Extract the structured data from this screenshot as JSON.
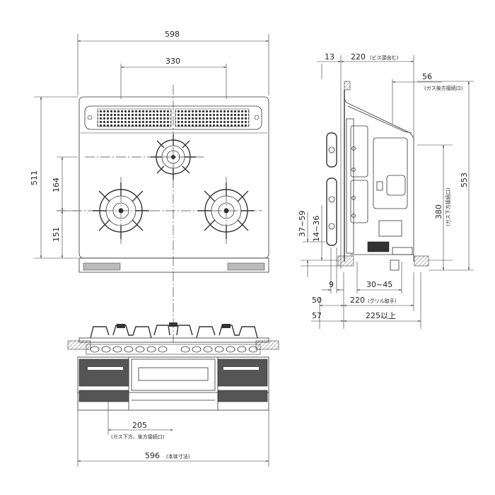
{
  "dimensions": {
    "top_width": "598",
    "burner_spacing": "330",
    "depth": "511",
    "upper_burner_offset": "164",
    "lower_burner_offset": "151",
    "bottom_width": "596",
    "bottom_width_note": "(本体寸法)",
    "gas_connection_offset": "205",
    "gas_connection_note": "(ガス下方、後方接続口)",
    "side_13": "13",
    "side_220_top": "220",
    "side_220_top_note": "(ビス頭含む)",
    "side_56": "56",
    "side_56_note": "(ガス後方接続口)",
    "side_553": "553",
    "side_380": "380",
    "side_380_note": "(ガス下方接続口)",
    "side_37_59": "37~59",
    "side_14_36": "14~36",
    "side_9": "9",
    "side_30_45": "30~45",
    "side_50": "50",
    "side_220_bottom": "220",
    "side_220_bottom_note": "(グリル取手)",
    "side_57": "57",
    "side_225": "225以上"
  }
}
